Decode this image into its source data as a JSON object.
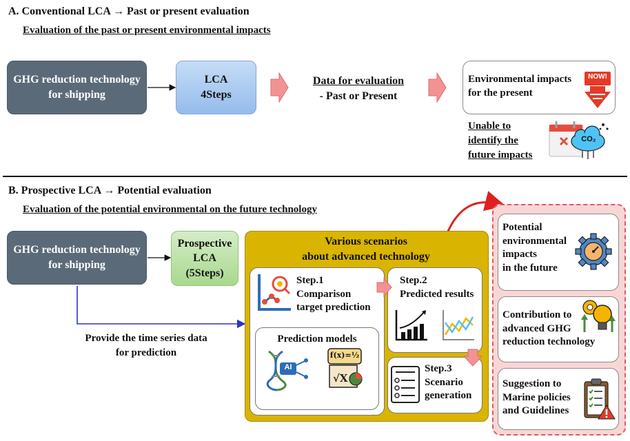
{
  "sectionA": {
    "title": "A. Conventional LCA → Past or present evaluation",
    "subtitle": "Evaluation of the past or present environmental impacts",
    "ghg_box": [
      "GHG reduction technology",
      "for shipping"
    ],
    "lca_box": [
      "LCA",
      "4Steps"
    ],
    "data_title": "Data for evaluation",
    "data_sub": "- Past or Present",
    "env_box": [
      "Environmental impacts",
      "for the present"
    ],
    "now_badge": "NOW!",
    "unable": [
      "Unable to",
      "identify the",
      "future impacts"
    ],
    "co2_label": "CO₂"
  },
  "sectionB": {
    "title": "B. Prospective LCA → Potential evaluation",
    "subtitle": "Evaluation of the potential environmental on the future technology",
    "ghg_box": [
      "GHG reduction technology",
      "for shipping"
    ],
    "plca_box": [
      "Prospective",
      "LCA",
      "(5Steps)"
    ],
    "time_series": [
      "Provide the time series data",
      "for prediction"
    ],
    "scenarios_title": [
      "Various scenarios",
      "about advanced technology"
    ],
    "step1": [
      "Step.1",
      "Comparison",
      "target prediction"
    ],
    "step2": [
      "Step.2",
      "Predicted results"
    ],
    "step3": [
      "Step.3",
      "Scenario",
      "generation"
    ],
    "prediction_models": "Prediction models",
    "ai_label": "AI",
    "formula_label": "f(x)=½",
    "outcomes": [
      [
        "Potential",
        "environmental",
        "impacts",
        "in the future"
      ],
      [
        "Contribution to",
        "advanced GHG",
        "reduction technology"
      ],
      [
        "Suggestion to",
        "Marine policies",
        "and Guidelines"
      ]
    ]
  },
  "colors": {
    "dark_box": "#5a6a78",
    "lca_blue": "#95bceb",
    "prospective_green": "#a8d98e",
    "scenario_yellow": "#d9b400",
    "outcome_pink": "#f9d6d6",
    "arrow_red": "#e02020",
    "arrow_pink": "#f08a8a"
  }
}
